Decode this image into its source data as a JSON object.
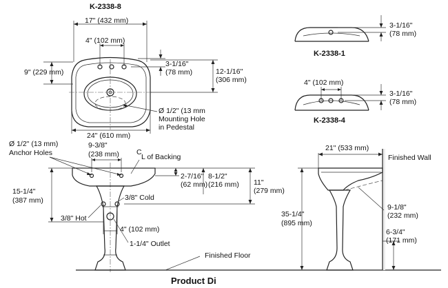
{
  "models": {
    "main": "K-2338-8",
    "single": "K-2338-1",
    "spread": "K-2338-4"
  },
  "top_view": {
    "overall_width": "17\" (432 mm)",
    "faucet_spread": "4\" (102 mm)",
    "left_depth": "9\" (229 mm)",
    "deck_height": "3-1/16\"",
    "deck_height_mm": "(78 mm)",
    "right_depth": "12-1/16\"",
    "right_depth_mm": "(306 mm)",
    "hole_note_1": "Ø 1/2\" (13 mm",
    "hole_note_2": "Mounting Hole",
    "hole_note_3": "in Pedestal",
    "bottom_width": "24\" (610 mm)"
  },
  "variant_1": {
    "dim": "3-1/16\"",
    "dim_mm": "(78 mm)"
  },
  "variant_4": {
    "spread": "4\" (102 mm)",
    "dim": "3-1/16\"",
    "dim_mm": "(78 mm)"
  },
  "front_view": {
    "anchor_1": "Ø 1/2\" (13 mm)",
    "anchor_2": "Anchor Holes",
    "anchor_spacing": "9-3/8\"",
    "anchor_spacing_mm": "(238 mm)",
    "backing_symbol": "C",
    "backing_label": "L of Backing",
    "dim_a": "2-7/16\"",
    "dim_a_mm": "(62 mm)",
    "dim_b": "8-1/2\"",
    "dim_b_mm": "(216 mm)",
    "dim_c": "11\"",
    "dim_c_mm": "(279 mm)",
    "left_height": "15-1/4\"",
    "left_height_mm": "(387 mm)",
    "cold": "3/8\" Cold",
    "hot": "3/8\" Hot",
    "supply_spread": "4\" (102 mm)",
    "outlet": "1-1/4\" Outlet",
    "floor": "Finished Floor"
  },
  "side_view": {
    "depth": "21\" (533 mm)",
    "wall": "Finished Wall",
    "height": "35-1/4\"",
    "height_mm": "(895 mm)",
    "dim_d": "9-1/8\"",
    "dim_d_mm": "(232 mm)",
    "dim_e": "6-3/4\"",
    "dim_e_mm": "(171 mm)"
  },
  "footer": "Product Di"
}
